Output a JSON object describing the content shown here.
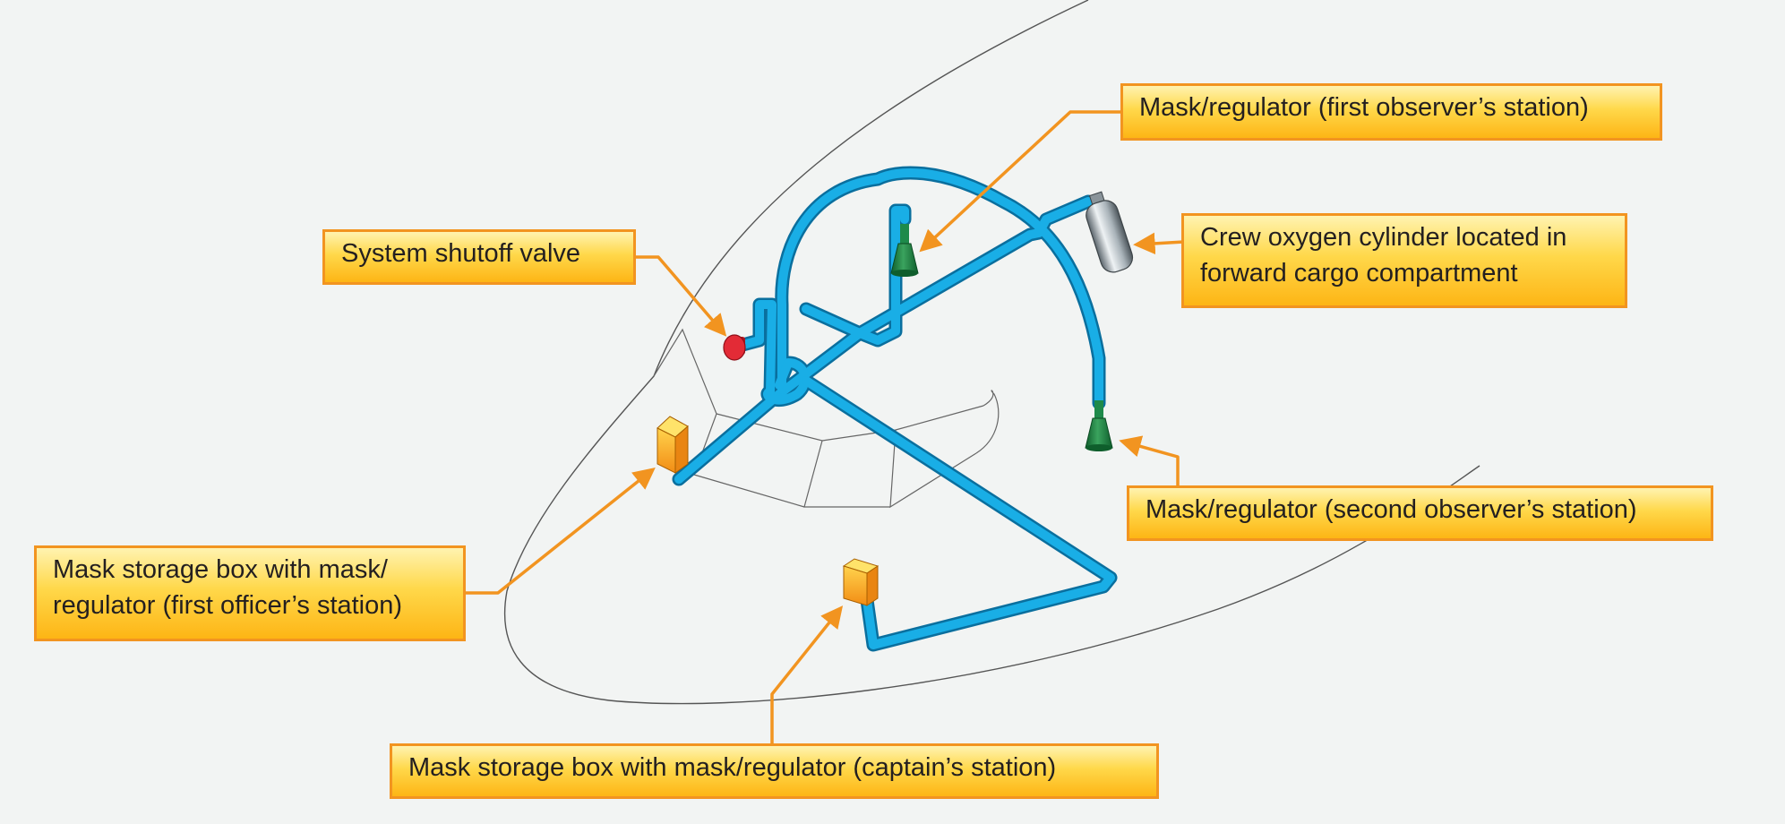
{
  "labels": {
    "first_observer": "Mask/regulator (first observer’s station)",
    "shutoff_valve": "System shutoff valve",
    "cylinder_line1": "Crew oxygen cylinder located in",
    "cylinder_line2": "forward cargo compartment",
    "second_observer": "Mask/regulator (second observer’s station)",
    "first_officer_line1": "Mask storage box with mask/",
    "first_officer_line2": "regulator (first officer’s station)",
    "captain": "Mask storage box with mask/regulator (captain’s station)"
  },
  "colors": {
    "background": "#f2f4f3",
    "callout_border": "#f29420",
    "leader_line": "#f29420",
    "oxygen_line": "#14a9e2",
    "mask_regulator": "#1e8a4a",
    "shutoff_valve": "#d9232e",
    "storage_box": "#f7a51c",
    "cylinder": "#9aa4ab",
    "fuselage_outline": "#555555"
  },
  "icons": [
    "oxygen-cylinder-icon",
    "shutoff-valve-icon",
    "mask-regulator-icon",
    "storage-box-icon"
  ]
}
